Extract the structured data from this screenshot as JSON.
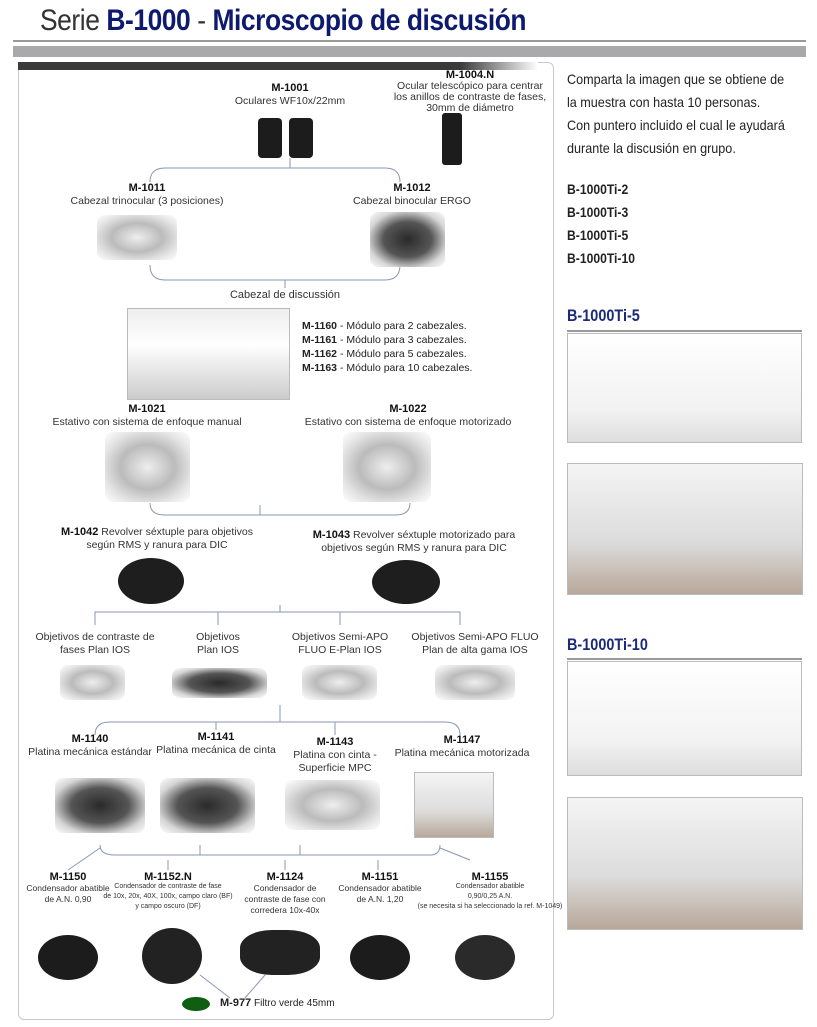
{
  "header": {
    "prefix": "Serie",
    "series": "B-1000",
    "dash": "-",
    "title": "Microscopio de discusión"
  },
  "eyepieces": {
    "code": "M-1001",
    "desc": "Oculares WF10x/22mm"
  },
  "telescope": {
    "code": "M-1004.N",
    "desc": [
      "Ocular telescópico para centrar",
      "los anillos de contraste de fases,",
      "30mm de diámetro"
    ]
  },
  "heads": [
    {
      "code": "M-1011",
      "desc": "Cabezal trinocular (3 posiciones)"
    },
    {
      "code": "M-1012",
      "desc": "Cabezal binocular ERGO"
    }
  ],
  "discussion_label": "Cabezal de discussión",
  "modules": [
    {
      "code": "M-1160",
      "desc": " - Módulo para 2 cabezales."
    },
    {
      "code": "M-1161",
      "desc": " - Módulo para 3 cabezales."
    },
    {
      "code": "M-1162",
      "desc": " - Módulo para 5 cabezales."
    },
    {
      "code": "M-1163",
      "desc": " - Módulo para 10 cabezales."
    }
  ],
  "stands": [
    {
      "code": "M-1021",
      "desc": "Estativo con sistema de enfoque manual"
    },
    {
      "code": "M-1022",
      "desc": "Estativo con sistema de enfoque motorizado"
    }
  ],
  "revolvers": [
    {
      "code": "M-1042",
      "desc1": " Revolver séxtuple para objetivos",
      "desc2": "según RMS y ranura para DIC"
    },
    {
      "code": "M-1043",
      "desc1": " Revolver séxtuple motorizado para",
      "desc2": "objetivos según RMS y ranura para DIC"
    }
  ],
  "objectives": [
    [
      "Objetivos de contraste de",
      "fases Plan IOS"
    ],
    [
      "Objetivos",
      "Plan IOS"
    ],
    [
      "Objetivos Semi-APO",
      "FLUO E-Plan IOS"
    ],
    [
      "Objetivos Semi-APO FLUO",
      "Plan de alta gama IOS"
    ]
  ],
  "stages": [
    {
      "code": "M-1140",
      "desc": [
        "Platina mecánica estándar"
      ]
    },
    {
      "code": "M-1141",
      "desc": [
        "Platina mecánica de cinta"
      ]
    },
    {
      "code": "M-1143",
      "desc": [
        "Platina con cinta -",
        "Superficie MPC"
      ]
    },
    {
      "code": "M-1147",
      "desc": [
        "Platina mecánica motorizada"
      ]
    }
  ],
  "condensers": [
    {
      "code": "M-1150",
      "desc": [
        "Condensador abatible",
        "de A.N. 0,90"
      ]
    },
    {
      "code": "M-1152.N",
      "desc": [
        "Condensador de contraste de fase",
        "de 10x, 20x, 40X, 100x, campo claro (BF)",
        "y campo oscuro (DF)"
      ]
    },
    {
      "code": "M-1124",
      "desc": [
        "Condensador de",
        "contraste de fase con",
        "corredera 10x-40x"
      ]
    },
    {
      "code": "M-1151",
      "desc": [
        "Condensador abatible",
        "de A.N. 1,20"
      ]
    },
    {
      "code": "M-1155",
      "desc": [
        "Condensador abatible",
        "0,90/0,25 A.N.",
        "(se necesita si ha seleccionado la ref. M-1049)"
      ]
    }
  ],
  "filter": {
    "code": "M-977",
    "desc": " Filtro verde 45mm",
    "color": "#0f5e12"
  },
  "intro": [
    "Comparta la imagen que se obtiene de",
    "la muestra con hasta 10 personas.",
    "Con puntero incluido el cual le ayudará",
    "durante la discusión en grupo."
  ],
  "models": [
    "B-1000Ti-2",
    "B-1000Ti-3",
    "B-1000Ti-5",
    "B-1000Ti-10"
  ],
  "gallery": [
    {
      "heading": "B-1000Ti-5"
    },
    {
      "heading": "B-1000Ti-10"
    }
  ]
}
